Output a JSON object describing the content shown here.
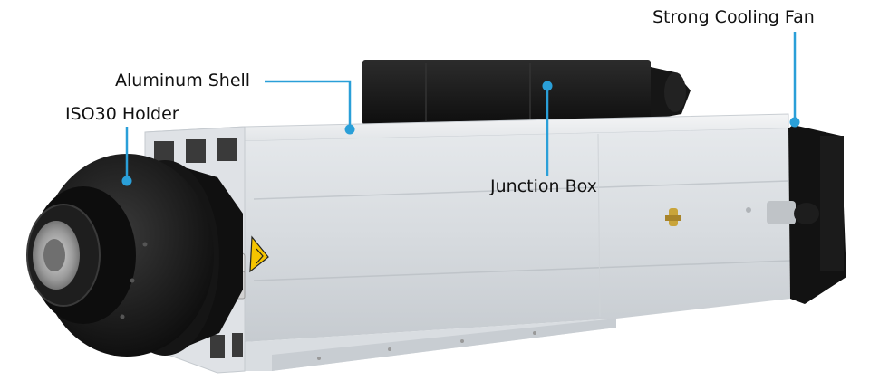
{
  "labels": {
    "cooling_fan": "Strong Cooling Fan",
    "aluminum_shell": "Aluminum Shell",
    "iso30_holder": "ISO30 Holder",
    "junction_box": "Junction Box"
  },
  "colors": {
    "leader": "#2a9fd8",
    "shell_light": "#eceef0",
    "shell_mid": "#d4d8dc",
    "shell_dark": "#b8bdc2",
    "black_part": "#141414",
    "warning": "#f5c400"
  }
}
